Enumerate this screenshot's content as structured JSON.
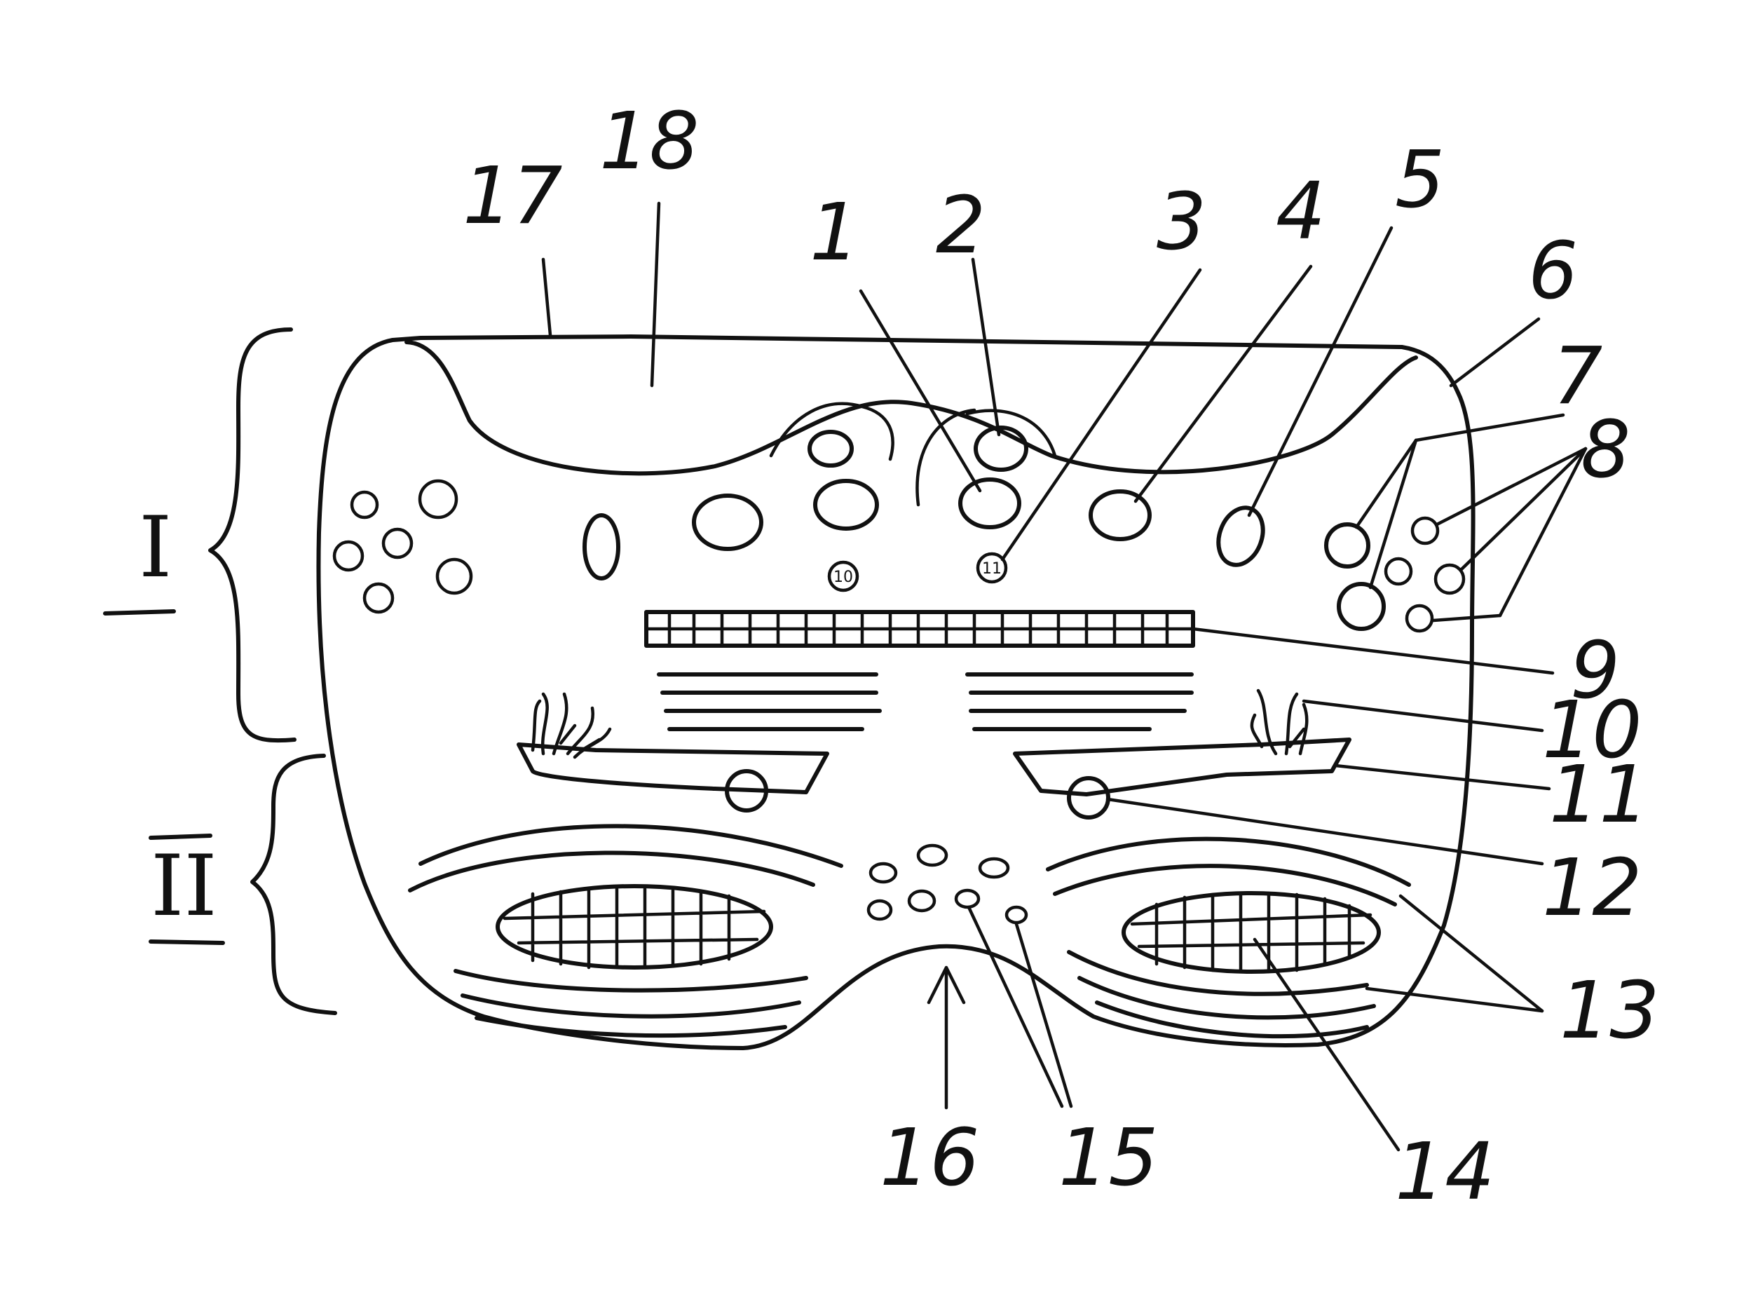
{
  "labels": {
    "l1": "1",
    "l2": "2",
    "l3": "3",
    "l4": "4",
    "l5": "5",
    "l6": "6",
    "l7": "7",
    "l8": "8",
    "l9": "9",
    "l10": "10",
    "l11": "11",
    "l12": "12",
    "l13": "13",
    "l14": "14",
    "l15": "15",
    "l16": "16",
    "l17": "17",
    "l18": "18"
  },
  "sections": {
    "upper": "I",
    "lower": "II"
  },
  "small_marks": {
    "left": "10",
    "right": "11"
  }
}
